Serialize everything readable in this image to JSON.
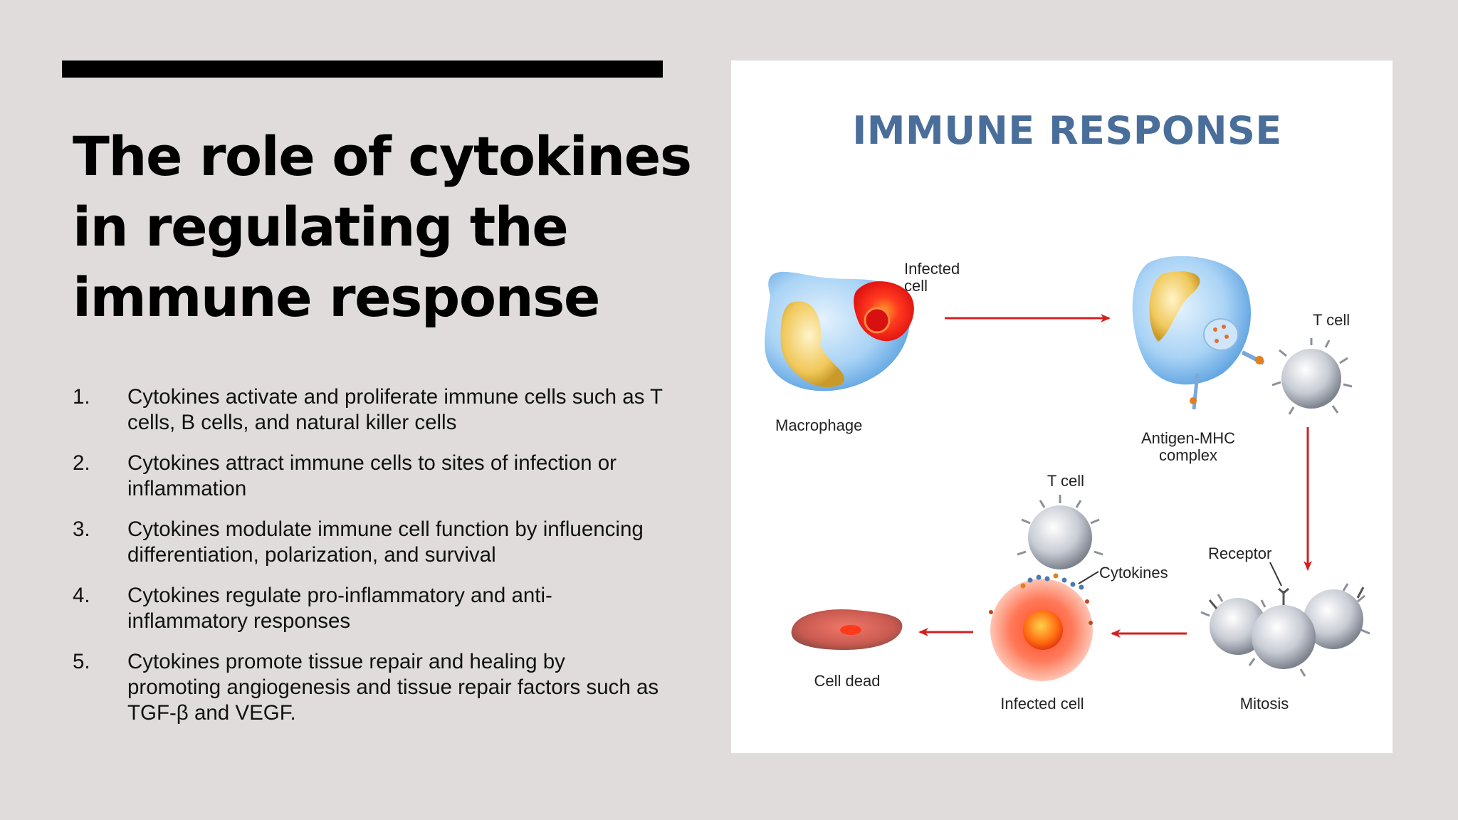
{
  "slide": {
    "title_lines": [
      "The role of cytokines",
      "in regulating the",
      "immune response"
    ],
    "points": [
      {
        "num": "1.",
        "text": "Cytokines activate and proliferate immune cells such as T cells, B cells, and natural killer cells"
      },
      {
        "num": "2.",
        "text": "Cytokines attract immune cells to sites of infection or inflammation"
      },
      {
        "num": "3.",
        "text": "Cytokines modulate immune cell function by influencing differentiation, polarization, and survival"
      },
      {
        "num": "4.",
        "text": "Cytokines regulate pro-inflammatory and anti-inflammatory responses"
      },
      {
        "num": "5.",
        "text": "Cytokines promote tissue repair and healing by promoting angiogenesis and tissue repair factors such as TGF-β and VEGF."
      }
    ]
  },
  "diagram": {
    "heading": "IMMUNE RESPONSE",
    "labels": {
      "infected_cell_top_line1": "Infected",
      "infected_cell_top_line2": "cell",
      "macrophage": "Macrophage",
      "t_cell_right": "T cell",
      "antigen_mhc_line1": "Antigen-MHC",
      "antigen_mhc_line2": "complex",
      "t_cell_bottom": "T cell",
      "cytokines": "Cytokines",
      "receptor": "Receptor",
      "cell_dead": "Cell dead",
      "infected_cell_bottom": "Infected cell",
      "mitosis": "Mitosis"
    },
    "colors": {
      "heading": "#4a6e9a",
      "arrow": "#d42020",
      "cell_blue": "#8fc3ef",
      "nucleus_yellow": "#f0c85a",
      "infected_red": "#ee2a1c"
    }
  }
}
